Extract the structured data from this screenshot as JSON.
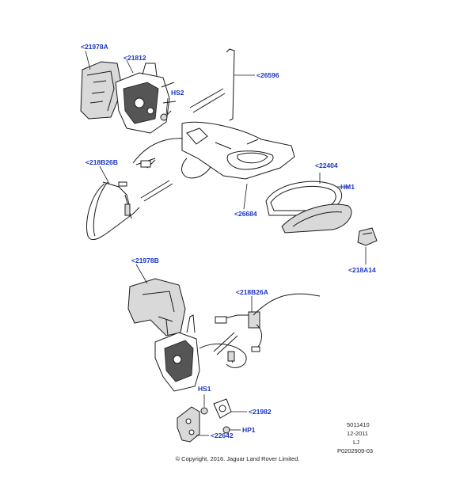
{
  "callouts": {
    "c1": "<21978A",
    "c2": "<21812",
    "c3": "<26596",
    "c4": "HS2",
    "c5": "<218B26B",
    "c6": "<22404",
    "c7": "HM1",
    "c8": "<26684",
    "c9": "<218A14",
    "c10": "<21978B",
    "c11": "<218B26A",
    "c12": "HS1",
    "c13": "<21982",
    "c14": "HP1",
    "c15": "<22642"
  },
  "meta": {
    "code": "5011410",
    "date": "12-2011",
    "initials": "LJ",
    "drawing_id": "P0202909-03"
  },
  "copyright": "© Copyright, 2016. Jaguar Land Rover Limited."
}
